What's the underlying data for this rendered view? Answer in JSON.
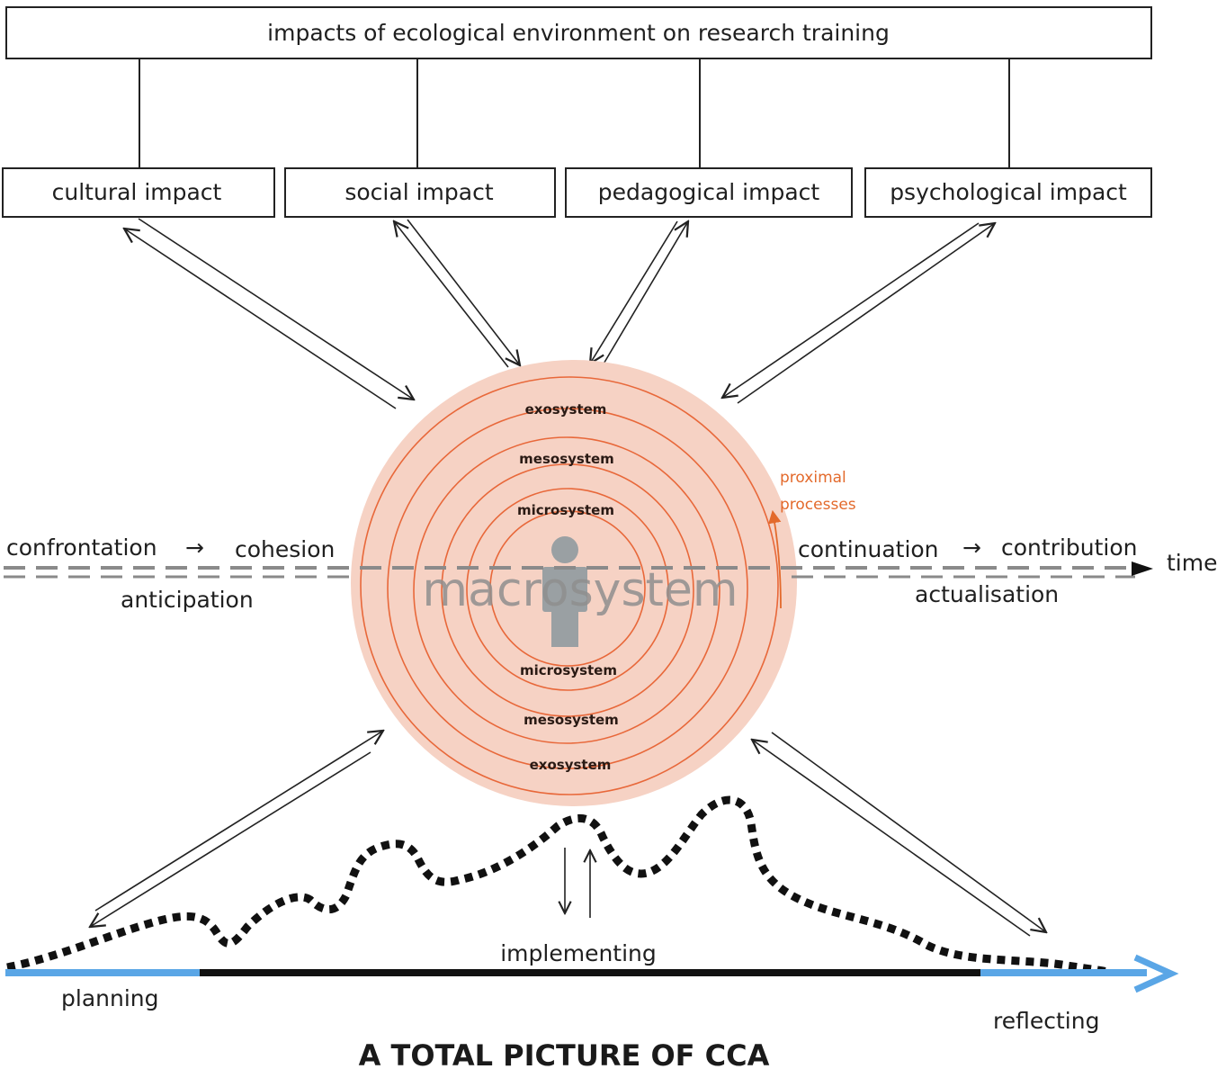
{
  "top_box": "impacts of ecological environment  on research training",
  "impacts": [
    "cultural impact",
    "social impact",
    "pedagogical  impact",
    "psychological  impact"
  ],
  "rings": {
    "upper": [
      "exosystem",
      "mesosystem",
      "microsystem"
    ],
    "lower": [
      "microsystem",
      "mesosystem",
      "exosystem"
    ],
    "center": "macrosystem"
  },
  "proximal": [
    "proximal",
    "processes"
  ],
  "timeline": {
    "left_top_a": "confrontation",
    "left_top_b": "cohesion",
    "left_bottom": "anticipation",
    "right_top_a": "continuation",
    "right_top_b": "contribution",
    "right_bottom": "actualisation",
    "end_label": "time",
    "arrow_glyph": "→"
  },
  "phases": {
    "planning": "planning",
    "implementing": "implementing",
    "reflecting": "reflecting"
  },
  "title": "A TOTAL PICTURE OF CCA",
  "colors": {
    "ring_fill": "#f6d2c4",
    "ring_stroke": "#e8683a",
    "orange_text": "#e36a2c",
    "person": "#9aa0a3",
    "dashed": "#8a8a8a",
    "blue": "#5aa6e6",
    "black_bar": "#111111"
  }
}
